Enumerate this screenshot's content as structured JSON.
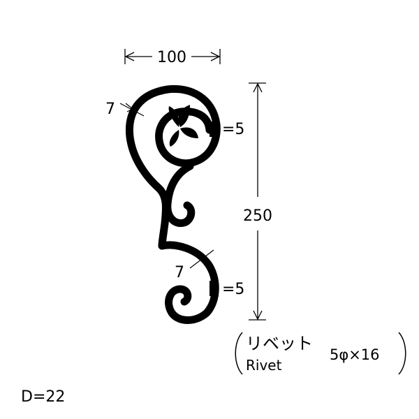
{
  "dimensions": {
    "width": "100",
    "height": "250",
    "bar_thickness_upper": "7",
    "bar_thickness_lower": "7",
    "rivet_upper": "=5",
    "rivet_lower": "=5",
    "depth": "D=22"
  },
  "rivet_note": {
    "label_jp": "リベット",
    "label_en": "Rivet",
    "spec": "5φ×16"
  },
  "colors": {
    "ink": "#000000",
    "background": "#ffffff"
  }
}
